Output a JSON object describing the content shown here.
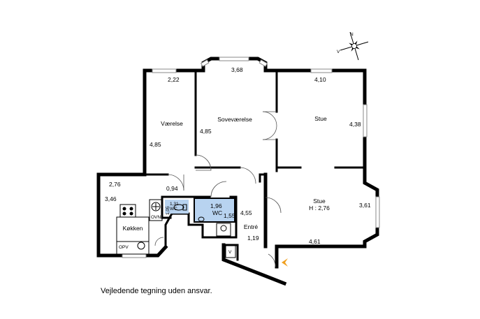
{
  "rooms": {
    "vaerelse": {
      "name": "Værelse",
      "width": "2,22",
      "depth": "4,85"
    },
    "sovevaerelse": {
      "name": "Soveværelse",
      "width": "3,68",
      "depth": "4,85"
    },
    "stue_upper": {
      "name": "Stue",
      "width": "4,10",
      "depth": "4,38"
    },
    "stue_lower": {
      "name": "Stue",
      "height": "H : 2,76",
      "width": "4,61",
      "depth": "3,61"
    },
    "kokken": {
      "name": "Køkken",
      "width": "2,76",
      "depth": "3,46"
    },
    "small_wc": {
      "name": "WC",
      "width": "1,31",
      "depth": "1,05"
    },
    "wc": {
      "name": "WC",
      "width": "1,96",
      "depth": "1,55"
    },
    "entre": {
      "name": "Entré",
      "width": "1,19",
      "depth": "4,55"
    },
    "hall_width": "0,94"
  },
  "fixtures": {
    "oven": "OVN",
    "dishwasher": "OPV",
    "closet": "V"
  },
  "compass_labels": [
    "N",
    "V"
  ],
  "disclaimer": "Vejledende tegning uden ansvar.",
  "colors": {
    "wc": "#b8d3f0",
    "entrance_arrow": "#f0a020"
  }
}
